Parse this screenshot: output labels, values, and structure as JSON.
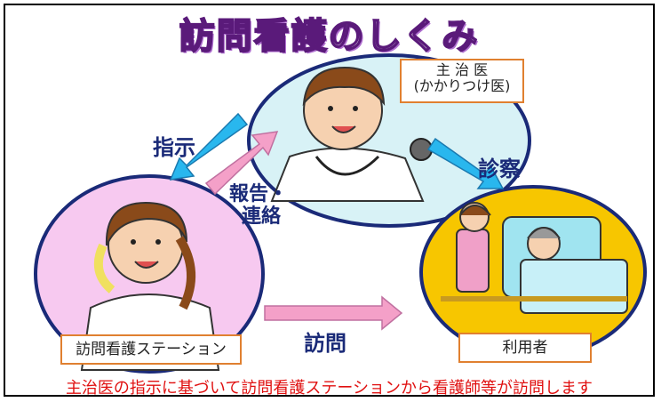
{
  "title": "訪問看護のしくみ",
  "doctor": {
    "label_line1": "主 治 医",
    "label_line2": "(かかりつけ医)"
  },
  "station": {
    "label": "訪問看護ステーション"
  },
  "user": {
    "label": "利用者"
  },
  "arrows": {
    "instruction": "指示",
    "report": "報告・\n連絡",
    "report_line1": "報告・",
    "report_line2": "連絡",
    "examination": "診察",
    "visit": "訪問"
  },
  "footer": "主治医の指示に基づいて訪問看護ステーションから看護師等が訪問します",
  "colors": {
    "doctor_circle": "#d8f2f6",
    "station_circle": "#f7c9f0",
    "user_circle": "#f7c600",
    "title_outline": "#5a1a7a",
    "arrow_blue": "#29b7ee",
    "arrow_pink": "#f4a0c8",
    "label_text": "#1a2a78",
    "footer_text": "#e01010",
    "box_border": "#e08030"
  }
}
